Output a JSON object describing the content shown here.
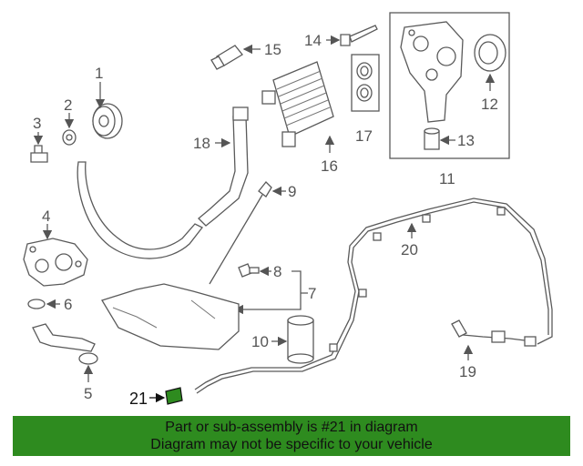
{
  "callouts": {
    "c1": "1",
    "c2": "2",
    "c3": "3",
    "c4": "4",
    "c5": "5",
    "c6": "6",
    "c7": "7",
    "c8": "8",
    "c9": "9",
    "c10": "10",
    "c11": "11",
    "c12": "12",
    "c13": "13",
    "c14": "14",
    "c15": "15",
    "c16": "16",
    "c17": "17",
    "c18": "18",
    "c19": "19",
    "c20": "20",
    "c21": "21"
  },
  "highlight": {
    "part_number": "21",
    "color": "#2e8b1f"
  },
  "banner": {
    "line1": "Part or sub-assembly is #21 in diagram",
    "line2": "Diagram may not be specific to your vehicle",
    "color": "#2e8b1f"
  }
}
